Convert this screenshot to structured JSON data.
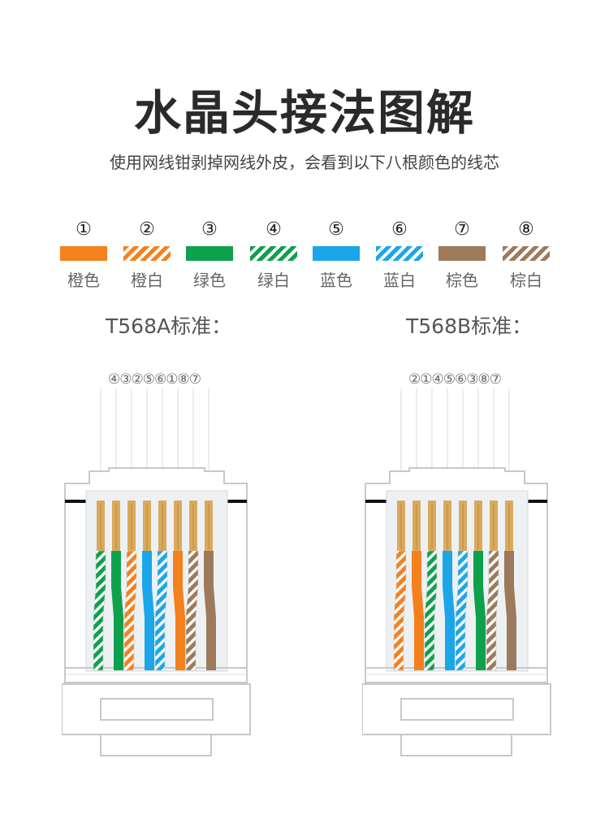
{
  "title": "水晶头接法图解",
  "subtitle": "使用网线钳剥掉网线外皮，会看到以下八根颜色的线芯",
  "colors": {
    "orange": "#F5801E",
    "green": "#0EA14C",
    "blue": "#1BA6E9",
    "brown": "#9C7A5B",
    "white": "#ffffff",
    "copper": "#D9A95C"
  },
  "legend": [
    {
      "num": "①",
      "label": "橙色",
      "color": "orange",
      "striped": false
    },
    {
      "num": "②",
      "label": "橙白",
      "color": "orange",
      "striped": true
    },
    {
      "num": "③",
      "label": "绿色",
      "color": "green",
      "striped": false
    },
    {
      "num": "④",
      "label": "绿白",
      "color": "green",
      "striped": true
    },
    {
      "num": "⑤",
      "label": "蓝色",
      "color": "blue",
      "striped": false
    },
    {
      "num": "⑥",
      "label": "蓝白",
      "color": "blue",
      "striped": true
    },
    {
      "num": "⑦",
      "label": "棕色",
      "color": "brown",
      "striped": false
    },
    {
      "num": "⑧",
      "label": "棕白",
      "color": "brown",
      "striped": true
    }
  ],
  "standards": [
    {
      "label": "T568A标准：",
      "order": "④③②⑤⑥①⑧⑦",
      "wires": [
        4,
        3,
        2,
        5,
        6,
        1,
        8,
        7
      ]
    },
    {
      "label": "T568B标准：",
      "order": "②①④⑤⑥③⑧⑦",
      "wires": [
        2,
        1,
        4,
        5,
        6,
        3,
        8,
        7
      ]
    }
  ]
}
